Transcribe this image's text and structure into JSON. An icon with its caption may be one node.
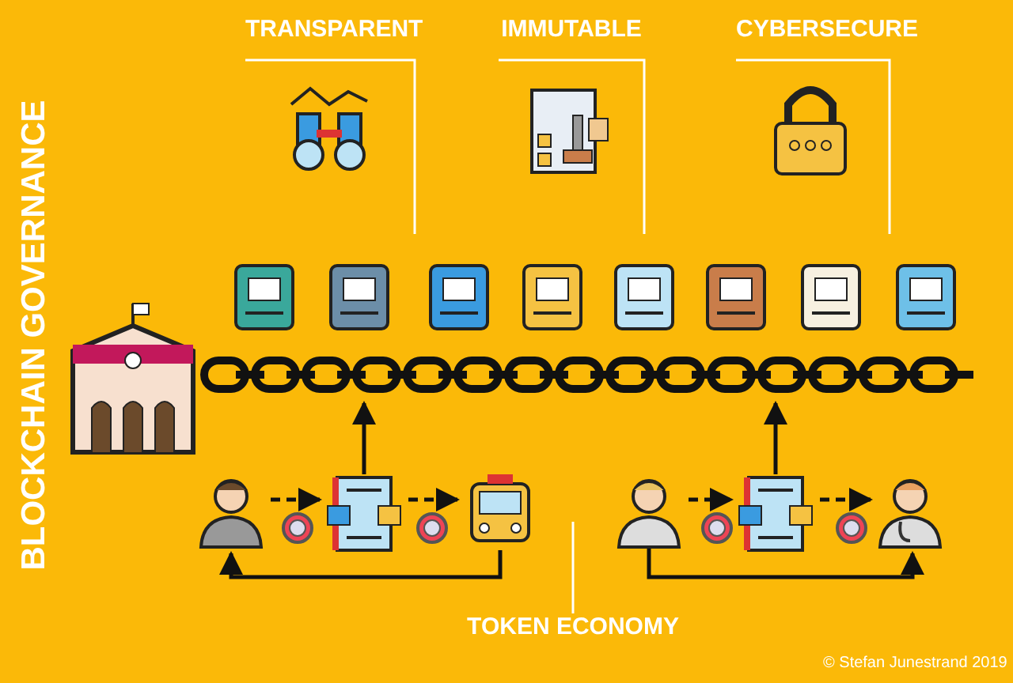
{
  "diagram": {
    "nodes": [
      {
        "text": [
          "TRANSPARENT"
        ]
      },
      {
        "text": [
          "IMMUTABLE"
        ]
      },
      {
        "text": [
          "CYBERSECURE"
        ]
      },
      {
        "text": [],
        "shape": "picture"
      },
      {
        "text": [],
        "shape": "person"
      },
      {
        "text": [],
        "shape": "picture"
      },
      {
        "text": [],
        "shape": "picture"
      },
      {
        "text": [],
        "shape": "person"
      },
      {
        "text": [],
        "shape": "picture"
      },
      {
        "text": [],
        "shape": "person"
      },
      {
        "text": [
          "TOKEN ECONOMY"
        ]
      }
    ],
    "edges": [
      {
        "from": 0,
        "to": null,
        "arrow": "none",
        "color": "#ffffff"
      },
      {
        "from": 1,
        "to": null,
        "arrow": "none",
        "color": "#ffffff"
      },
      {
        "from": 2,
        "to": null,
        "arrow": "none",
        "color": "#ffffff"
      },
      {
        "from": 4,
        "to": 5,
        "arrow": "to",
        "style": "dashed"
      },
      {
        "from": 5,
        "to": 6,
        "arrow": "to",
        "style": "dashed"
      },
      {
        "from": 6,
        "to": 4,
        "arrow": "to"
      },
      {
        "from": 5,
        "to": 3,
        "arrow": "to"
      },
      {
        "from": 7,
        "to": 8,
        "arrow": "to",
        "style": "dashed"
      },
      {
        "from": 8,
        "to": 9,
        "arrow": "to",
        "style": "dashed"
      },
      {
        "from": 7,
        "to": 9,
        "arrow": "to"
      },
      {
        "from": 8,
        "to": 3,
        "arrow": "to"
      },
      {
        "from": 10,
        "to": null,
        "arrow": "none",
        "color": "#ffffff"
      }
    ],
    "labels": [
      "BLOCKCHAIN GOVERNANCE",
      "© Stefan Junestrand 2019"
    ]
  }
}
